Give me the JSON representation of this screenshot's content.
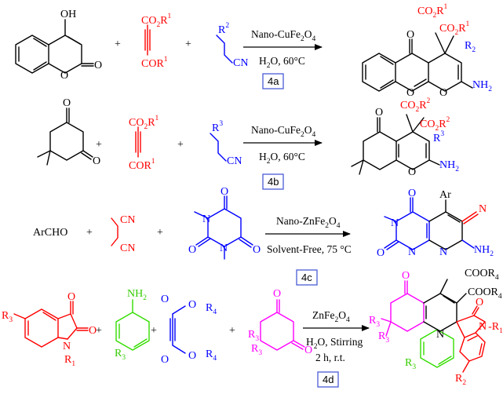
{
  "reactions": [
    {
      "id": "4a",
      "plus": [
        "+",
        "+"
      ],
      "reactant1": {
        "oh": "OH",
        "o": "O"
      },
      "reactant2": {
        "top": "CO",
        "top_sub": "2",
        "top_r": "R",
        "top_sup": "1",
        "bottom": "COR",
        "bottom_sup": "1"
      },
      "reactant3": {
        "r": "R",
        "r_sup": "2",
        "cn": "CN"
      },
      "condition_top": {
        "text": "Nano-CuFe",
        "sub1": "2",
        "mid": "O",
        "sub2": "4"
      },
      "condition_bottom": {
        "text": "H",
        "sub": "2",
        "rest": "O, 60°C"
      },
      "label": "4a",
      "product": {
        "co2r_a": "CO",
        "co2r_a_sub": "2",
        "co2r_a_r": "R",
        "co2r_a_sup": "1",
        "co2r_b": "CO",
        "co2r_b_sub": "2",
        "co2r_b_r": "R",
        "co2r_b_sup": "1",
        "r": "R",
        "r_sub": "2",
        "nh2": "NH",
        "nh2_sub": "2",
        "o": "O"
      }
    },
    {
      "id": "4b",
      "plus": [
        "+",
        "+"
      ],
      "reactant1": {
        "o": "O"
      },
      "reactant2": {
        "top": "CO",
        "top_sub": "2",
        "top_r": "R",
        "top_sup": "1",
        "bottom": "COR",
        "bottom_sup": "1"
      },
      "reactant3": {
        "r": "R",
        "r_sup": "3",
        "cn": "CN"
      },
      "condition_top": {
        "text": "Nano-CuFe",
        "sub1": "2",
        "mid": "O",
        "sub2": "4"
      },
      "condition_bottom": {
        "text": "H",
        "sub": "2",
        "rest": "O, 60°C"
      },
      "label": "4b",
      "product": {
        "co2r_a": "CO",
        "co2r_a_sub": "2",
        "co2r_a_r": "R",
        "co2r_a_sup": "2",
        "co2r_b": "CO",
        "co2r_b_sub": "2",
        "co2r_b_r": "R",
        "co2r_b_sup": "2",
        "r": "R",
        "r_sup": "3",
        "nh2": "NH",
        "nh2_sub": "2",
        "o": "O"
      }
    },
    {
      "id": "4c",
      "plus": [
        "+",
        "+"
      ],
      "reactant1": {
        "text": "ArCHO"
      },
      "reactant2": {
        "cn": "CN"
      },
      "reactant3": {
        "o": "O",
        "n": "N"
      },
      "condition_top": {
        "text": "Nano-ZnFe",
        "sub1": "2",
        "mid": "O",
        "sub2": "4"
      },
      "condition_bottom": {
        "text": "Solvent-Free, 75 °C"
      },
      "label": "4c",
      "product": {
        "ar": "Ar",
        "cn": "N",
        "o": "O",
        "n": "N",
        "nh2": "NH",
        "nh2_sub": "2"
      }
    },
    {
      "id": "4d",
      "plus": [
        "+",
        "+",
        "+"
      ],
      "reactant1": {
        "r3": "R",
        "r3_sub": "3",
        "o": "O",
        "n": "N",
        "r1": "R",
        "r1_sub": "1"
      },
      "reactant2": {
        "nh2": "NH",
        "nh2_sub": "2",
        "r3": "R",
        "r3_sub": "3"
      },
      "reactant3": {
        "o": "O",
        "r4": "R",
        "r4_sub": "4"
      },
      "reactant4": {
        "o": "O",
        "r3": "R",
        "r3_sub": "3"
      },
      "condition_top": {
        "text": "ZnFe",
        "sub1": "2",
        "mid": "O",
        "sub2": "4"
      },
      "condition_bottom": {
        "text": "H",
        "sub": "2",
        "rest": "O, Stirring"
      },
      "condition_third": "2 h, r.t.",
      "label": "4d",
      "product": {
        "coor_a": "COOR",
        "coor_a_sub": "4",
        "coor_b": "COOR",
        "coor_b_sub": "4",
        "o": "O",
        "n": "N",
        "r1": "R",
        "r1_sub": "1",
        "r2": "R",
        "r2_sub": "2",
        "r3": "R",
        "r3_sub": "3"
      }
    }
  ]
}
